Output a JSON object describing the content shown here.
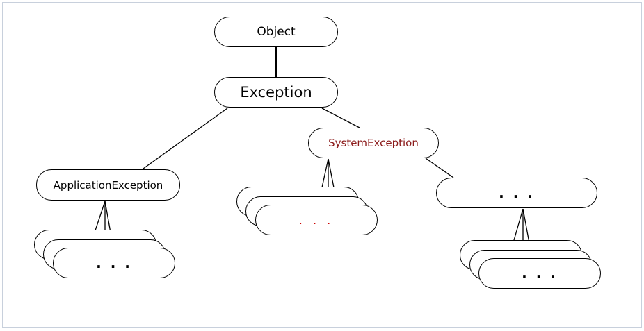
{
  "diagram": {
    "root": {
      "label": "Object"
    },
    "exception": {
      "label": "Exception"
    },
    "application_exception": {
      "label": "ApplicationException",
      "children_label": ". . ."
    },
    "system_exception": {
      "label": "SystemException",
      "children_label": ". . ."
    },
    "other_branch": {
      "label": ". . .",
      "children_label": ". . ."
    }
  },
  "colors": {
    "line": "#000000",
    "border": "#000000",
    "system_exception_text": "#8b1a1a",
    "system_children_text": "#cc0000"
  }
}
